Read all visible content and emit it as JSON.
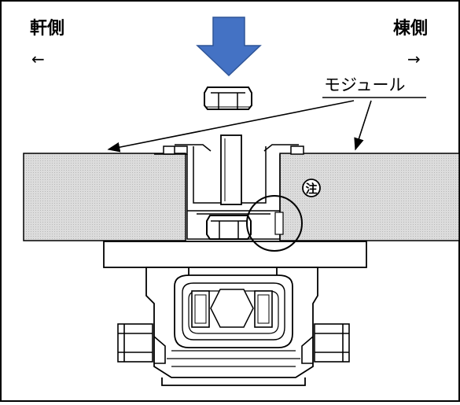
{
  "labels": {
    "eave_side": "軒側",
    "eave_arrow": "←",
    "ridge_side": "棟側",
    "ridge_arrow": "→",
    "module": "モジュール",
    "note": "注"
  },
  "colors": {
    "press_arrow": "#4472C4",
    "press_arrow_stroke": "#2F5597",
    "module_fill": "#DADADA",
    "line": "#000000",
    "frame_border": "#000000"
  },
  "icons": {
    "press_arrow": "down-arrow-icon",
    "note_mark": "circled-note-icon"
  }
}
